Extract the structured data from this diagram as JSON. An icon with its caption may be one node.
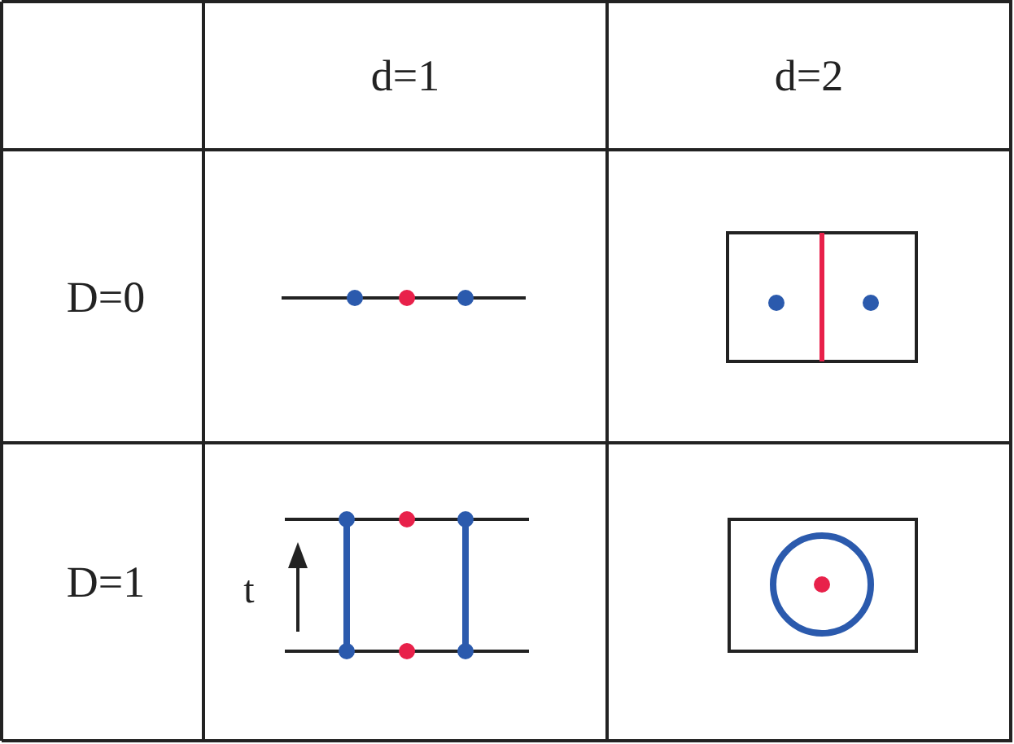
{
  "diagram": {
    "labels": [
      "d=1",
      "d=2",
      "D=0",
      "D=1",
      "t"
    ]
  }
}
